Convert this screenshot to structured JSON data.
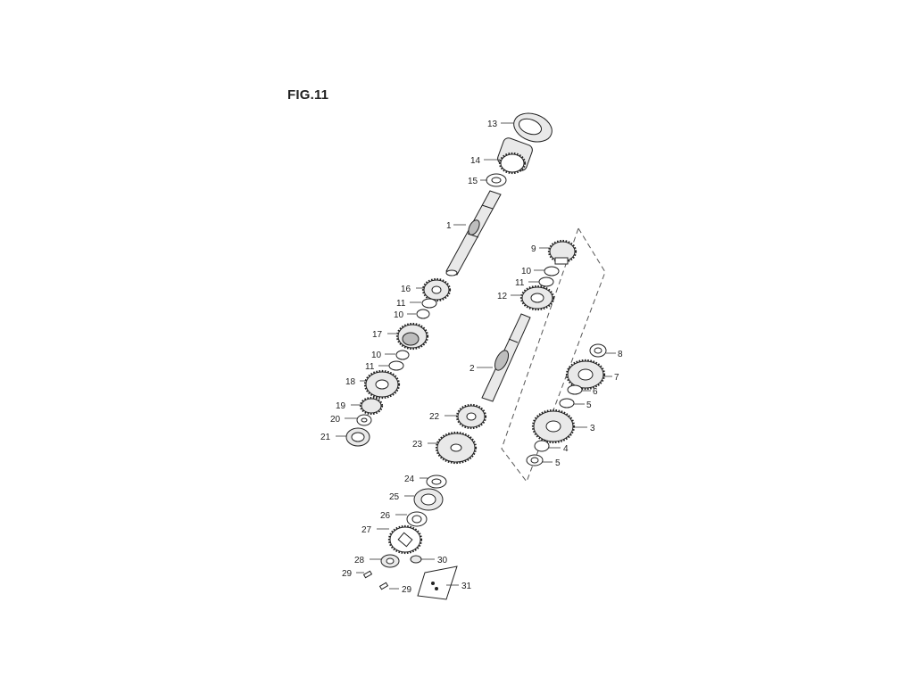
{
  "figure": {
    "title": "FIG.11"
  },
  "callouts": [
    "13",
    "14",
    "15",
    "1",
    "16",
    "11",
    "10",
    "17",
    "10",
    "11",
    "18",
    "19",
    "20",
    "21",
    "9",
    "10",
    "11",
    "12",
    "2",
    "22",
    "23",
    "24",
    "25",
    "26",
    "27",
    "28",
    "29",
    "29",
    "30",
    "31",
    "8",
    "7",
    "6",
    "5",
    "3",
    "4",
    "5"
  ]
}
